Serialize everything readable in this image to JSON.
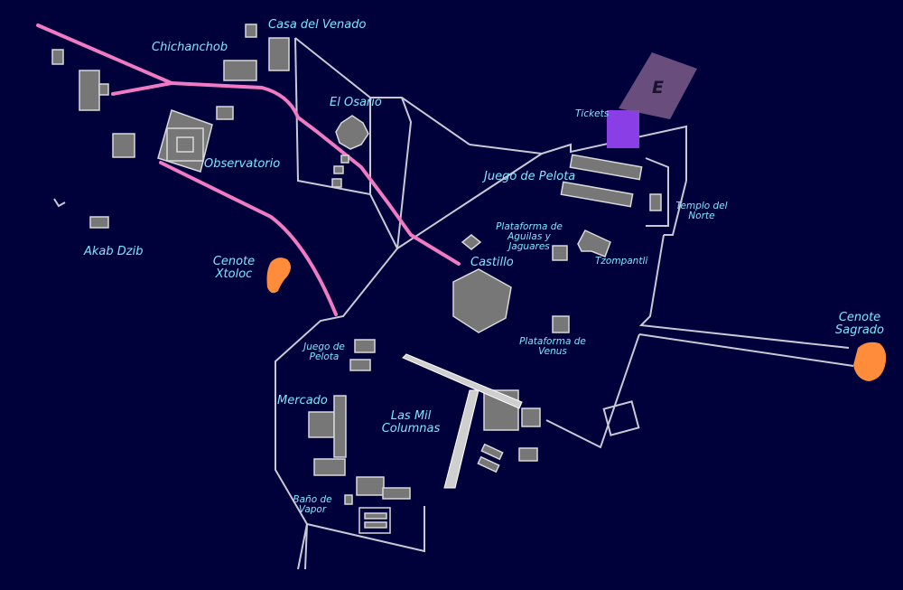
{
  "labels": {
    "casa_del_venado": "Casa del Venado",
    "chichanchob": "Chichanchob",
    "el_osario": "El Osario",
    "observatorio": "Observatorio",
    "akab_dzib": "Akab Dzib",
    "cenote_xtoloc": "Cenote Xtoloc",
    "tickets": "Tickets",
    "entrance": "E",
    "juego_de_pelota_main": "Juego de Pelota",
    "templo_del_norte": "Templo del Norte",
    "plataforma_aguilas": "Plataforma de Aguilas y Jaguares",
    "tzompantli": "Tzompantli",
    "castillo": "Castillo",
    "plataforma_venus": "Plataforma de Venus",
    "cenote_sagrado": "Cenote Sagrado",
    "juego_de_pelota_small": "Juego de Pelota",
    "mercado": "Mercado",
    "las_mil_columnas": "Las Mil Columnas",
    "bano_de_vapor": "Baño de Vapor"
  },
  "colors": {
    "background": "#00003a",
    "label": "#7fe4ff",
    "path_line": "#c9c9d6",
    "main_road": "#f07ac4",
    "building": "#777777",
    "building_stroke": "#d8d8d8",
    "cenote": "#ff8c3a",
    "tickets": "#8a3fe6",
    "entrance": "#7a5a8a"
  }
}
